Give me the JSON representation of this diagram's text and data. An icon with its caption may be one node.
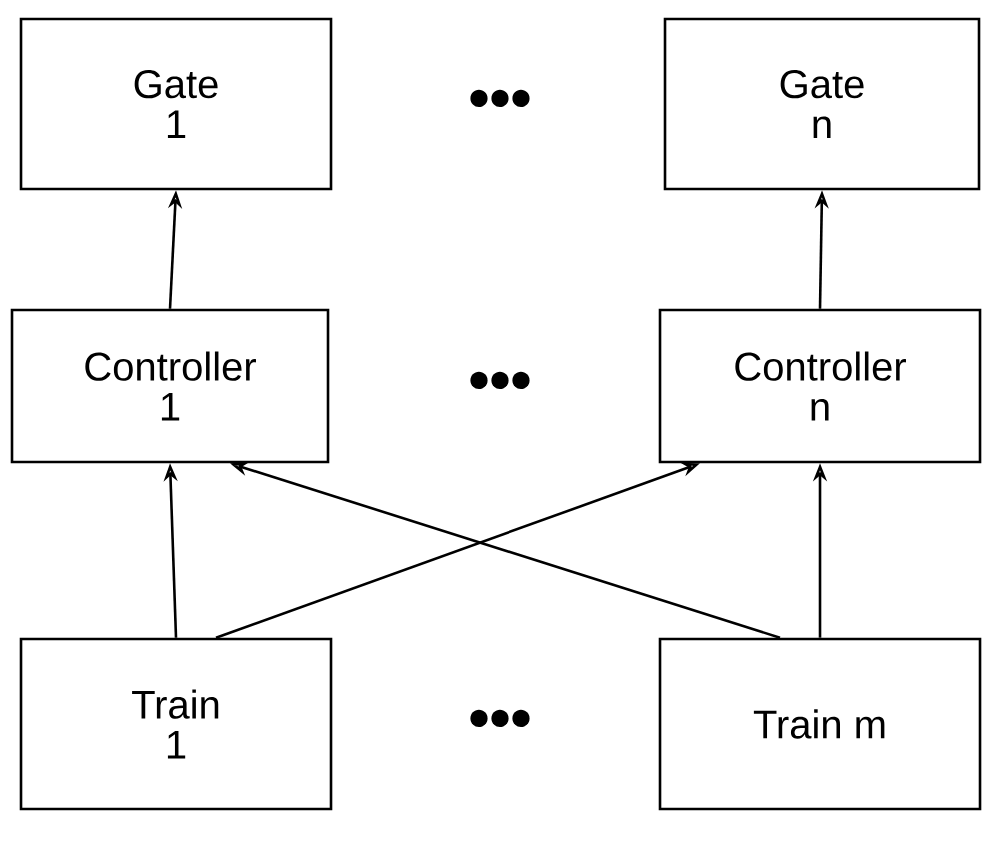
{
  "diagram": {
    "nodes": [
      {
        "text": [
          "Gate 1"
        ]
      },
      {
        "text": [
          "Gate n"
        ]
      },
      {
        "text": [
          "Controller 1"
        ]
      },
      {
        "text": [
          "Controller n"
        ]
      },
      {
        "text": [
          "Train 1"
        ]
      },
      {
        "text": [
          "Train m"
        ]
      }
    ],
    "edges": [
      {
        "from": 2,
        "to": 0,
        "arrow": "to"
      },
      {
        "from": 3,
        "to": 1,
        "arrow": "to"
      },
      {
        "from": 4,
        "to": 2,
        "arrow": "to"
      },
      {
        "from": 4,
        "to": 3,
        "arrow": "to"
      },
      {
        "from": 5,
        "to": 2,
        "arrow": "to"
      },
      {
        "from": 5,
        "to": 3,
        "arrow": "to"
      }
    ],
    "labels": [
      "•••",
      "•••",
      "•••"
    ]
  }
}
